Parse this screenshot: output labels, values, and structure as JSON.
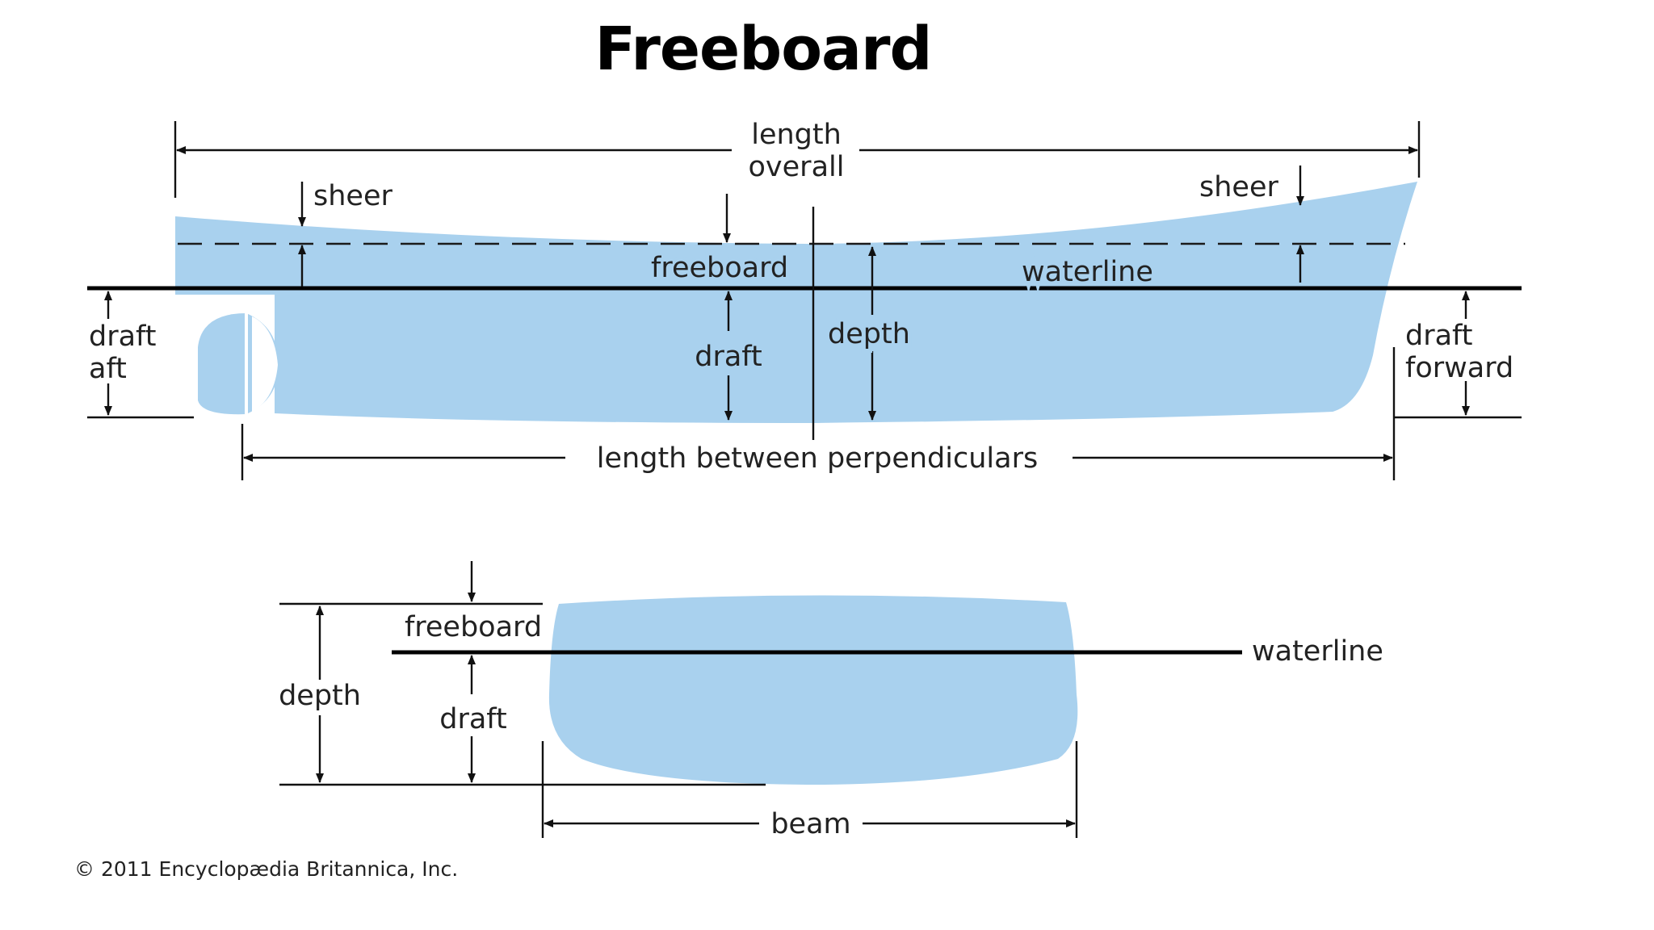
{
  "slide": {
    "title": "Freeboard"
  },
  "side_view": {
    "length_overall": [
      "length",
      "overall"
    ],
    "sheer_aft": "sheer",
    "sheer_forward": "sheer",
    "freeboard": "freeboard",
    "waterline": "waterline",
    "depth": "depth",
    "draft": "draft",
    "draft_aft": [
      "draft",
      "aft"
    ],
    "draft_forward": [
      "draft",
      "forward"
    ],
    "length_between_perpendiculars": "length between perpendiculars"
  },
  "section_view": {
    "freeboard": "freeboard",
    "waterline": "waterline",
    "depth": "depth",
    "draft": "draft",
    "beam": "beam"
  },
  "credit": "© 2011 Encyclopædia Britannica, Inc.",
  "colors": {
    "hull": "#a9d1ee",
    "lines": "#111111"
  }
}
